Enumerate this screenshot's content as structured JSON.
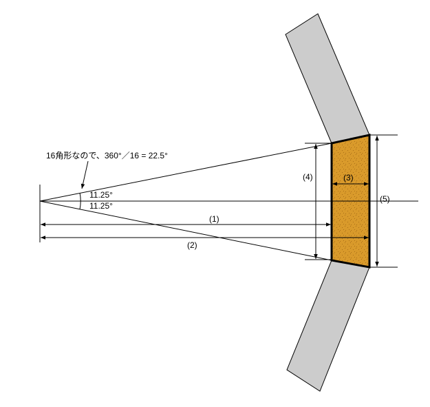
{
  "note": "16角形なので、360°／16 = 22.5°",
  "angle_upper": "11.25°",
  "angle_lower": "11.25°",
  "dim_labels": {
    "d1": "(1)",
    "d2": "(2)",
    "d3": "(3)",
    "d4": "(4)",
    "d5": "(5)"
  },
  "colors": {
    "segment_fill": "#D99A2B",
    "segment_speckle": "#A86E17",
    "neighbor_fill": "#CCCCCC",
    "line": "#000000"
  }
}
